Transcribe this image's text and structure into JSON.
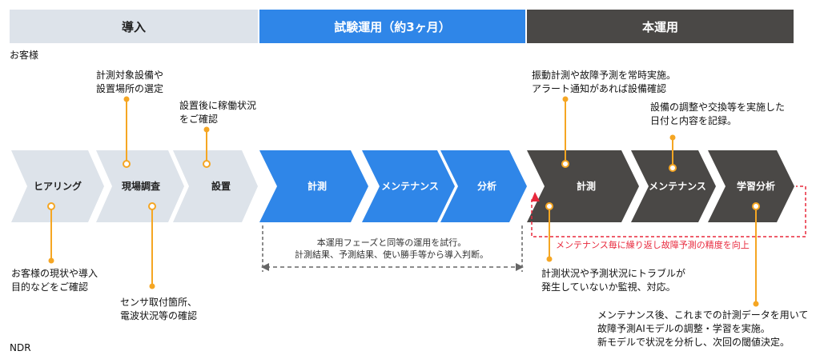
{
  "bands": {
    "intro": "導入",
    "trial": "試験運用（約3ヶ月）",
    "main": "本運用"
  },
  "customer_label": "お客様",
  "footer_label": "NDR",
  "steps": {
    "hearing": "ヒアリング",
    "site_survey": "現場調査",
    "install": "設置",
    "trial_measure": "計測",
    "trial_maintenance": "メンテナンス",
    "trial_analysis": "分析",
    "main_measure": "計測",
    "main_maintenance": "メンテナンス",
    "main_learning": "学習分析"
  },
  "notes": {
    "site_select_1": "計測対象設備や",
    "site_select_2": "設置場所の選定",
    "operation_check_1": "設置後に稼働状況",
    "operation_check_2": "をご確認",
    "hearing_note_1": "お客様の現状や導入",
    "hearing_note_2": "目的などをご確認",
    "sensor_note_1": "センサ取付箇所、",
    "sensor_note_2": "電波状況等の確認",
    "trial_note_1": "本運用フェーズと同等の運用を試行。",
    "trial_note_2": "計測結果、予測結果、使い勝手等から導入判断。",
    "vibration_1": "振動計測や故障予測を常時実施。",
    "vibration_2": "アラート通知があれば設備確認",
    "maint_record_1": "設備の調整や交換等を実施した",
    "maint_record_2": "日付と内容を記録。",
    "cycle_note": "メンテナンス毎に繰り返し故障予測の精度を向上",
    "monitor_1": "計測状況や予測状況にトラブルが",
    "monitor_2": "発生していないか監視、対応。",
    "learning_1": "メンテナンス後、これまでの計測データを用いて",
    "learning_2": "故障予測AIモデルの調整・学習を実施。",
    "learning_3": "新モデルで状況を分析し、次回の閾値決定。"
  },
  "colors": {
    "intro": "#dde3ea",
    "trial": "#2f86e8",
    "main": "#4a4846",
    "orange": "#f5a623",
    "red": "#e8283c"
  }
}
